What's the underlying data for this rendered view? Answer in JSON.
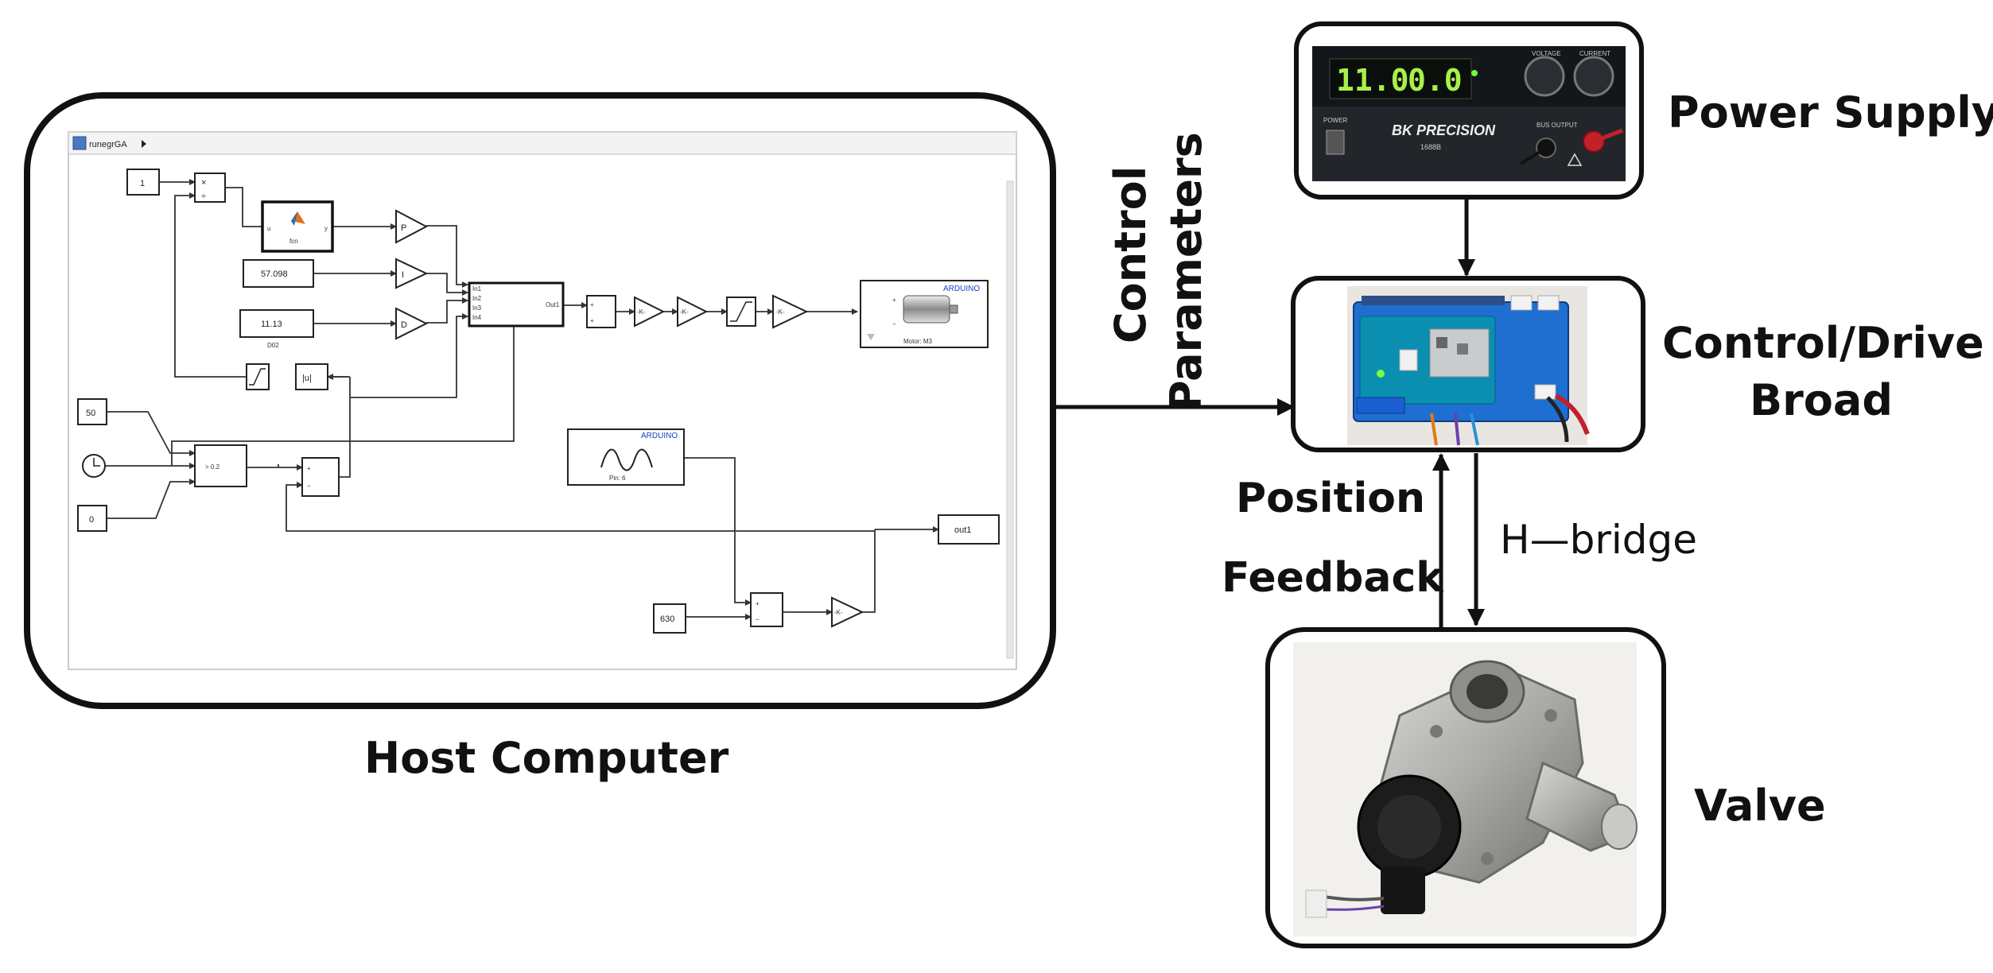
{
  "labels": {
    "host_computer": "Host Computer",
    "control": "Control",
    "parameters": "Parameters",
    "power_supply": "Power Supply",
    "control_drive_1": "Control/Drive",
    "control_drive_2": "Broad",
    "position": "Position",
    "feedback": "Feedback",
    "hbridge": "H—bridge",
    "valve": "Valve"
  },
  "simulink": {
    "model_name": "runegrGA",
    "const_1": "1",
    "product": "×",
    "product_in2": "÷",
    "fcn_label": "fcn",
    "fcn_in": "u",
    "fcn_out": "y",
    "gain_p": "P",
    "gain_i": "I",
    "gain_d": "D",
    "const_i_val": "57.098",
    "const_d_val": "11.13",
    "const_d_name": "D02",
    "pid_in1": "In1",
    "pid_in2": "In2",
    "pid_in3": "In3",
    "pid_in4": "In4",
    "pid_out": "Out1",
    "sum_plus": "+",
    "sum_minus": "−",
    "gain_k": "-K-",
    "abs_label": "|u|",
    "arduino": "ARDUINO",
    "motor_label": "Motor: M3",
    "const_50": "50",
    "const_0": "0",
    "switch_cond": "> 0.2",
    "pin_label": "Pin: 6",
    "out1": "out1",
    "const_630": "630"
  },
  "power_supply_panel": {
    "display_voltage": "11.0",
    "display_current": "0.0",
    "brand": "BK PRECISION",
    "model": "1688B",
    "voltage_knob": "VOLTAGE",
    "current_knob": "CURRENT",
    "power_label": "POWER",
    "output_label": "BUS OUTPUT"
  },
  "colors": {
    "frame": "#111111",
    "arduino_blue": "#1a3fbf",
    "psu_body": "#1f2326",
    "psu_display": "#a8f04a",
    "board_blue": "#1e6fd0",
    "valve_metal": "#a9a9a6"
  }
}
